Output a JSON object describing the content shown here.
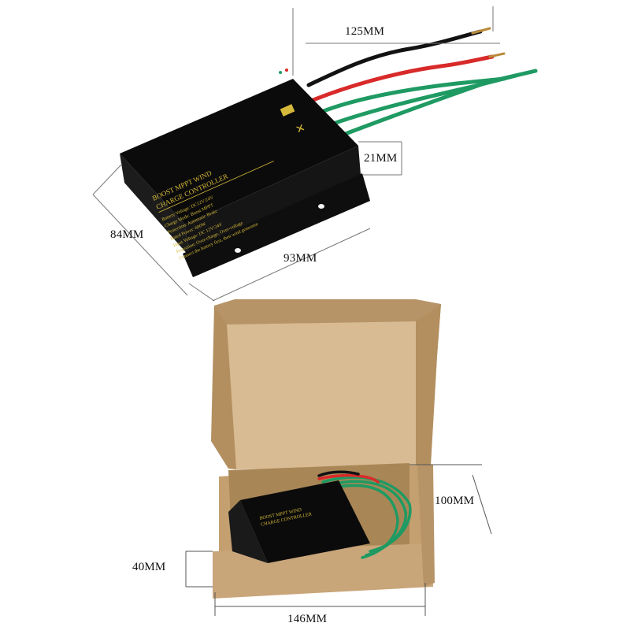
{
  "product": {
    "face_title": "BOOST MPPT WIND",
    "face_subtitle": "CHARGE CONTROLLER",
    "face_spec_lines": [
      "Battery Voltage: DC12V/24V",
      "Charge Mode: Boost MPPT",
      "Protection: Automatic Brake",
      "Rated Power: 600W",
      "Input Voltage: DC 12V/24V",
      "Protection: Over-charge, Over-voltage",
      "Connect the battery first, then wind generator"
    ],
    "small_face_title": "BOOST MPPT WIND",
    "small_face_subtitle": "CHARGE CONTROLLER"
  },
  "dimensions": {
    "cable_length": "125MM",
    "height": "21MM",
    "depth": "84MM",
    "width": "93MM",
    "box_depth": "100MM",
    "box_height": "40MM",
    "box_width": "146MM"
  },
  "colors": {
    "controller_body": "#0b0b0b",
    "label_text": "#d6b93a",
    "wire_black": "#121212",
    "wire_red": "#d92a2a",
    "wire_green": "#1f9a63",
    "cardboard": "#c9a57a",
    "cardboard_dark": "#a98656",
    "cardboard_inner": "#d8bb92"
  }
}
